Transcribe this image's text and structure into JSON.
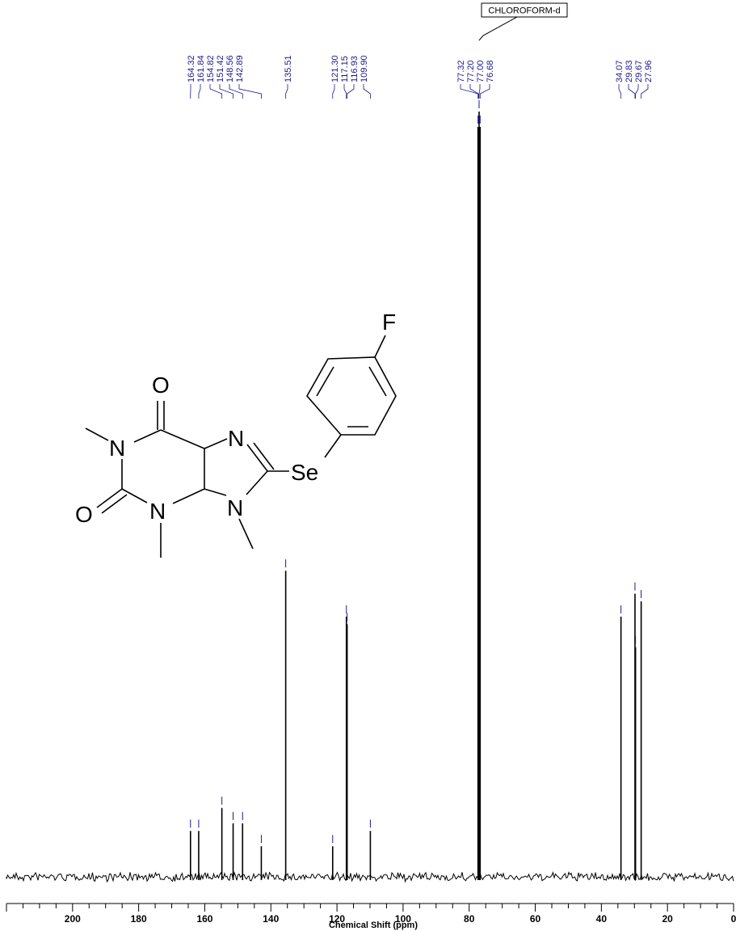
{
  "chart_data": {
    "type": "line",
    "xlabel": "Chemical Shift (ppm)",
    "xlim": [
      220,
      0
    ],
    "x_ticks": [
      200,
      180,
      160,
      140,
      120,
      100,
      80,
      60,
      40,
      20,
      0
    ],
    "solvent_label": "CHLOROFORM-d",
    "peak_labels": [
      "164.32",
      "161.84",
      "154.82",
      "151.42",
      "148.56",
      "142.89",
      "135.51",
      "121.30",
      "117.15",
      "116.93",
      "109.90",
      "77.32",
      "77.20",
      "77.00",
      "76.68",
      "34.07",
      "29.83",
      "29.67",
      "27.96"
    ],
    "peaks": [
      {
        "ppm": 164.32,
        "height": 0.06
      },
      {
        "ppm": 161.84,
        "height": 0.06
      },
      {
        "ppm": 154.82,
        "height": 0.09
      },
      {
        "ppm": 151.42,
        "height": 0.07
      },
      {
        "ppm": 148.56,
        "height": 0.07
      },
      {
        "ppm": 142.89,
        "height": 0.04
      },
      {
        "ppm": 135.51,
        "height": 0.4
      },
      {
        "ppm": 121.3,
        "height": 0.04
      },
      {
        "ppm": 117.15,
        "height": 0.34
      },
      {
        "ppm": 116.93,
        "height": 0.33
      },
      {
        "ppm": 109.9,
        "height": 0.06
      },
      {
        "ppm": 77.32,
        "height": 0.98
      },
      {
        "ppm": 77.2,
        "height": 0.98
      },
      {
        "ppm": 77.0,
        "height": 1.0
      },
      {
        "ppm": 76.68,
        "height": 0.98
      },
      {
        "ppm": 34.07,
        "height": 0.34
      },
      {
        "ppm": 29.83,
        "height": 0.37
      },
      {
        "ppm": 29.67,
        "height": 0.3
      },
      {
        "ppm": 27.96,
        "height": 0.36
      }
    ],
    "series_color": "#000000",
    "label_color": "#1a1a8c"
  },
  "structure": {
    "atoms": [
      "O",
      "N",
      "N",
      "O",
      "N",
      "N",
      "Se",
      "F"
    ]
  }
}
